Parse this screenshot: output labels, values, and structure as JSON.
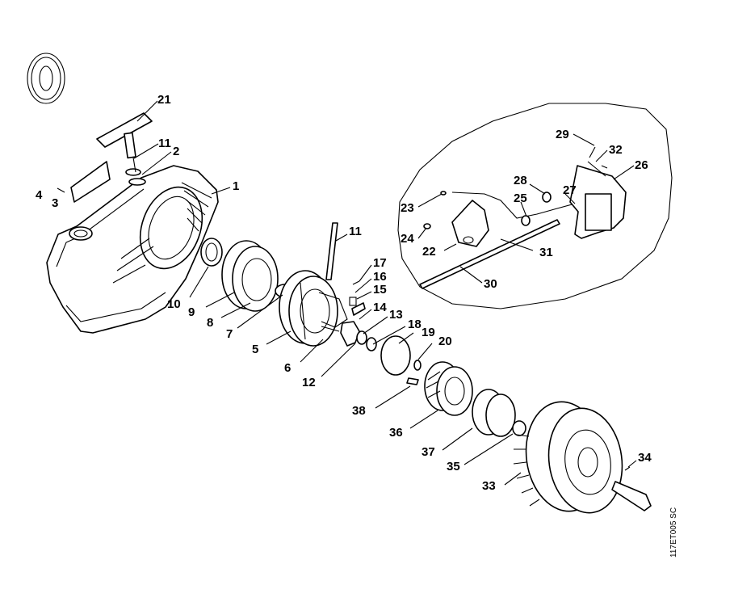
{
  "reference_code": "117ET005 SC",
  "labels": [
    {
      "id": "21",
      "text": "21"
    },
    {
      "id": "11a",
      "text": "11"
    },
    {
      "id": "2",
      "text": "2"
    },
    {
      "id": "1",
      "text": "1"
    },
    {
      "id": "4",
      "text": "4"
    },
    {
      "id": "3",
      "text": "3"
    },
    {
      "id": "10",
      "text": "10"
    },
    {
      "id": "9",
      "text": "9"
    },
    {
      "id": "8",
      "text": "8"
    },
    {
      "id": "7",
      "text": "7"
    },
    {
      "id": "5",
      "text": "5"
    },
    {
      "id": "6",
      "text": "6"
    },
    {
      "id": "11b",
      "text": "11"
    },
    {
      "id": "17",
      "text": "17"
    },
    {
      "id": "16",
      "text": "16"
    },
    {
      "id": "15",
      "text": "15"
    },
    {
      "id": "14",
      "text": "14"
    },
    {
      "id": "13",
      "text": "13"
    },
    {
      "id": "18",
      "text": "18"
    },
    {
      "id": "19",
      "text": "19"
    },
    {
      "id": "20",
      "text": "20"
    },
    {
      "id": "12",
      "text": "12"
    },
    {
      "id": "38",
      "text": "38"
    },
    {
      "id": "36",
      "text": "36"
    },
    {
      "id": "37",
      "text": "37"
    },
    {
      "id": "35",
      "text": "35"
    },
    {
      "id": "33",
      "text": "33"
    },
    {
      "id": "34",
      "text": "34"
    },
    {
      "id": "29",
      "text": "29"
    },
    {
      "id": "32",
      "text": "32"
    },
    {
      "id": "26",
      "text": "26"
    },
    {
      "id": "28",
      "text": "28"
    },
    {
      "id": "25",
      "text": "25"
    },
    {
      "id": "27",
      "text": "27"
    },
    {
      "id": "23",
      "text": "23"
    },
    {
      "id": "24",
      "text": "24"
    },
    {
      "id": "22",
      "text": "22"
    },
    {
      "id": "31",
      "text": "31"
    },
    {
      "id": "30",
      "text": "30"
    }
  ]
}
